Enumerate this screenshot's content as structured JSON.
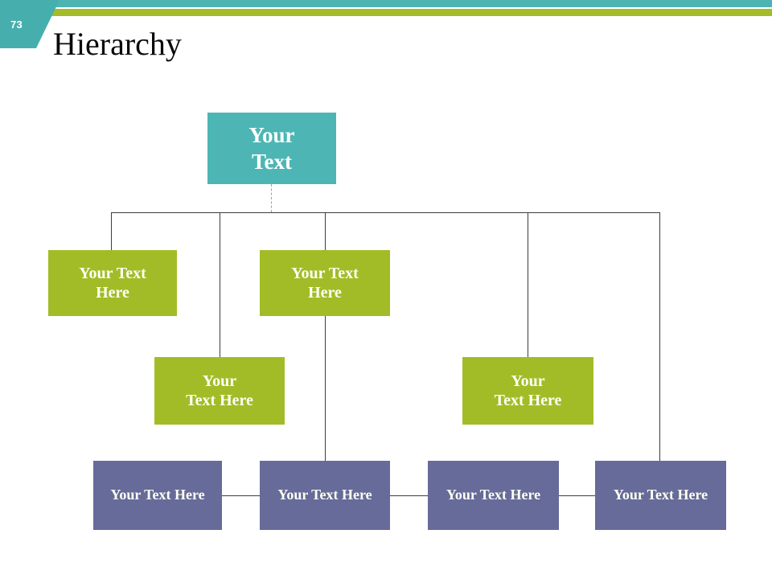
{
  "slide": {
    "page_number": "73",
    "title": "Hierarchy",
    "colors": {
      "teal_bar": "#4DB4B3",
      "olive_bar": "#A4BC2A",
      "badge": "#46AFAE",
      "root_node": "#4DB6B5",
      "green_node": "#A2BC28",
      "purple_node": "#666B99",
      "connector": "#3C3C3C",
      "title_text": "#0A0A0A",
      "background": "#FFFFFF"
    }
  },
  "diagram": {
    "type": "hierarchy-org-chart",
    "root": {
      "line1": "Your",
      "line2": "Text"
    },
    "level2": [
      {
        "line1": "Your Text",
        "line2": "Here"
      },
      {
        "line1": "Your Text",
        "line2": "Here"
      }
    ],
    "level3": [
      {
        "line1": "Your",
        "line2": "Text Here"
      },
      {
        "line1": "Your",
        "line2": "Text Here"
      }
    ],
    "level4": [
      {
        "label": "Your Text Here"
      },
      {
        "label": "Your Text Here"
      },
      {
        "label": "Your Text Here"
      },
      {
        "label": "Your Text Here"
      }
    ]
  }
}
